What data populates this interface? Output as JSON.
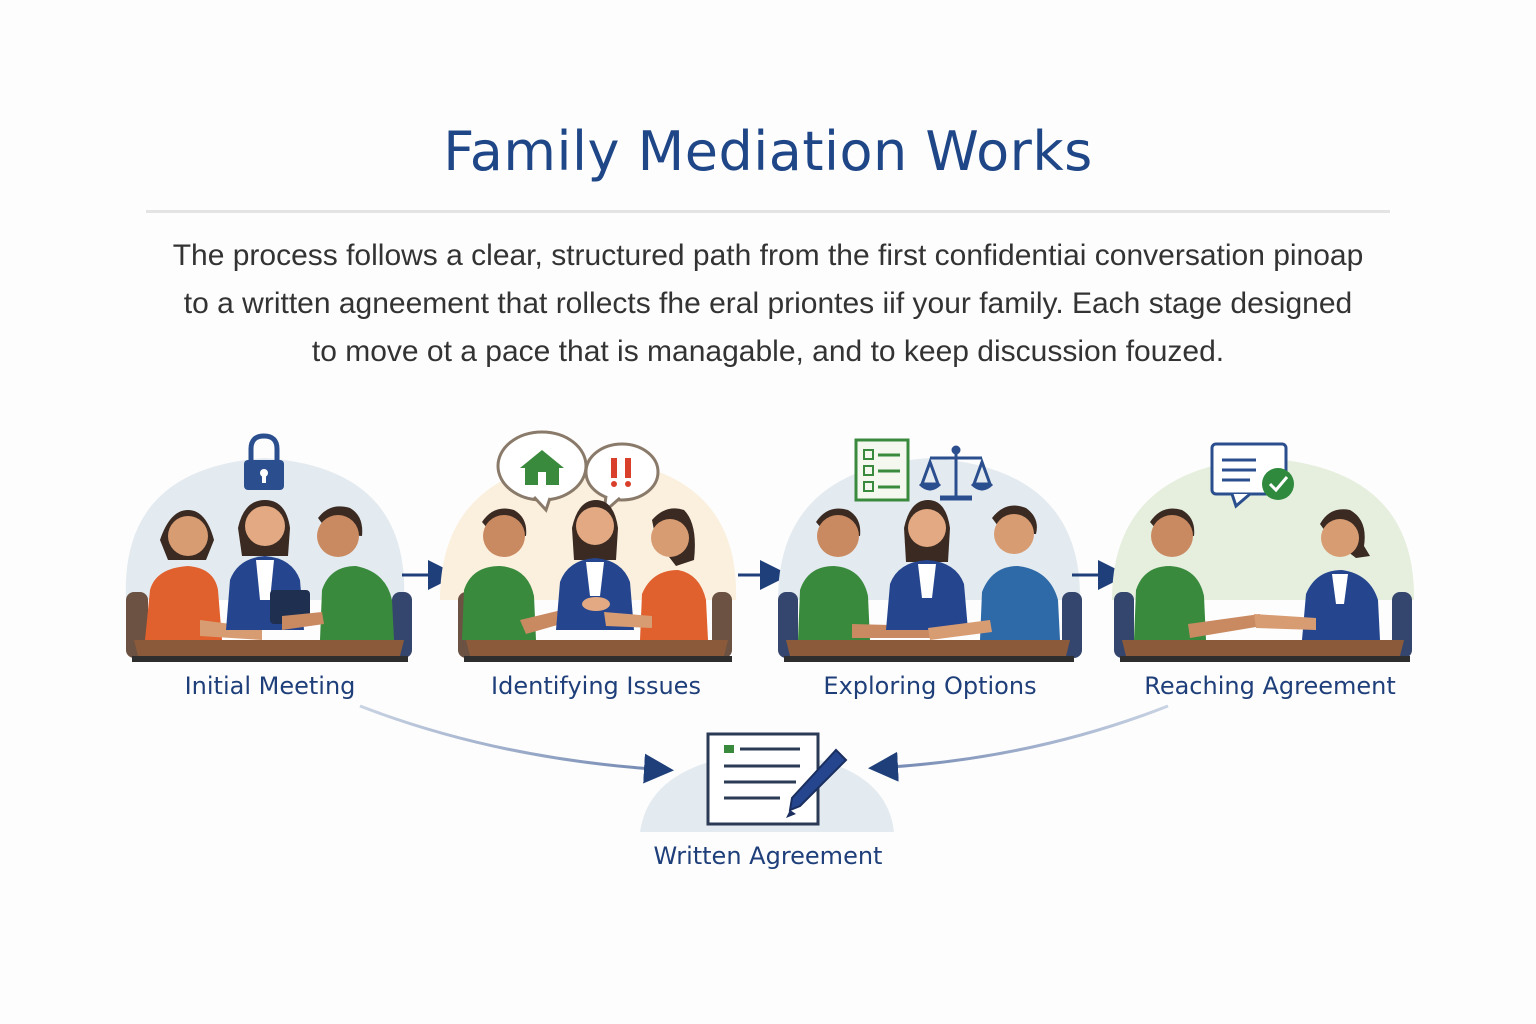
{
  "title": "Family Mediation Works",
  "intro": [
    "The process follows a clear, structured path from the first confidentiai conversation pinoap",
    "to a written agneement that rollects fhe eral priontes iif your family. Each stage designed",
    "to move ot a pace that is managable, and to keep discussion fouzed."
  ],
  "stages": [
    {
      "label": "Initial Meeting",
      "icon": "lock-icon"
    },
    {
      "label": "Identifying Issues",
      "icon": "house-and-exclamation-speech-bubbles-icon"
    },
    {
      "label": "Exploring Options",
      "icon": "checklist-and-scales-icon"
    },
    {
      "label": "Reaching Agreement",
      "icon": "message-check-icon"
    }
  ],
  "final": {
    "label": "Written Agreement",
    "icon": "document-pen-icon"
  },
  "colors": {
    "title": "#1f4788",
    "label": "#1f3f7a",
    "green_shirt": "#3a8a3e",
    "orange_shirt": "#e0612e",
    "blue_blazer": "#25468f",
    "table": "#8a5a3a",
    "accent_red": "#d9402b"
  }
}
